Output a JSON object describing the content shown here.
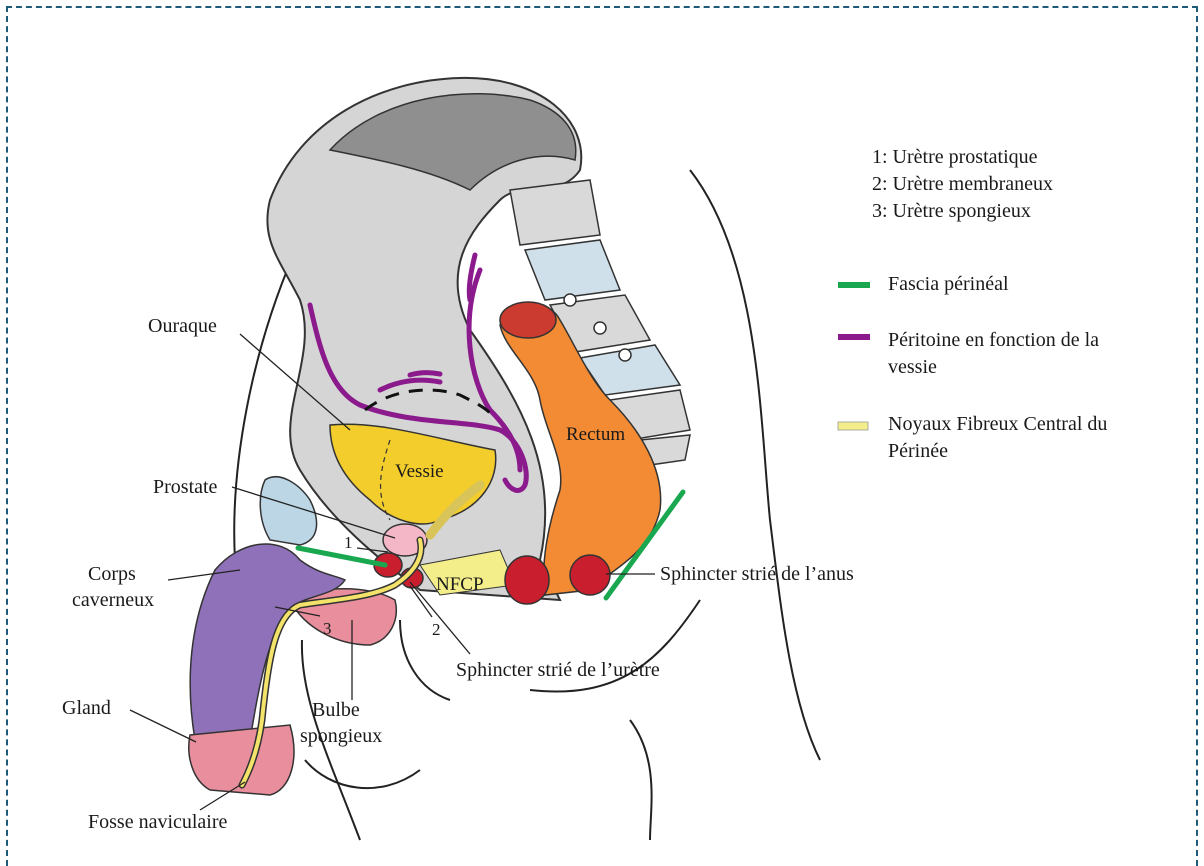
{
  "legend": {
    "numbered": [
      "1: Urètre prostatique",
      "2: Urètre membraneux",
      "3: Urètre spongieux"
    ],
    "fascia": "Fascia périnéal",
    "peritoine_1": "Péritoine en fonction de la",
    "peritoine_2": "vessie",
    "noyaux_1": "Noyaux Fibreux Central du",
    "noyaux_2": "Périnée",
    "colors": {
      "fascia": "#19a84f",
      "peritoine": "#8b1a8c",
      "noyaux": "#f3ee8a"
    }
  },
  "labels": {
    "ouraque": "Ouraque",
    "prostate": "Prostate",
    "corps_1": "Corps",
    "corps_2": "caverneux",
    "gland": "Gland",
    "fosse": "Fosse naviculaire",
    "bulbe_1": "Bulbe",
    "bulbe_2": "spongieux",
    "sphincter_uretre": "Sphincter strié de l’urètre",
    "sphincter_anus": "Sphincter strié de l’anus",
    "vessie": "Vessie",
    "rectum": "Rectum",
    "nfcp": "NFCP",
    "n1": "1",
    "n2": "2",
    "n3": "3"
  }
}
